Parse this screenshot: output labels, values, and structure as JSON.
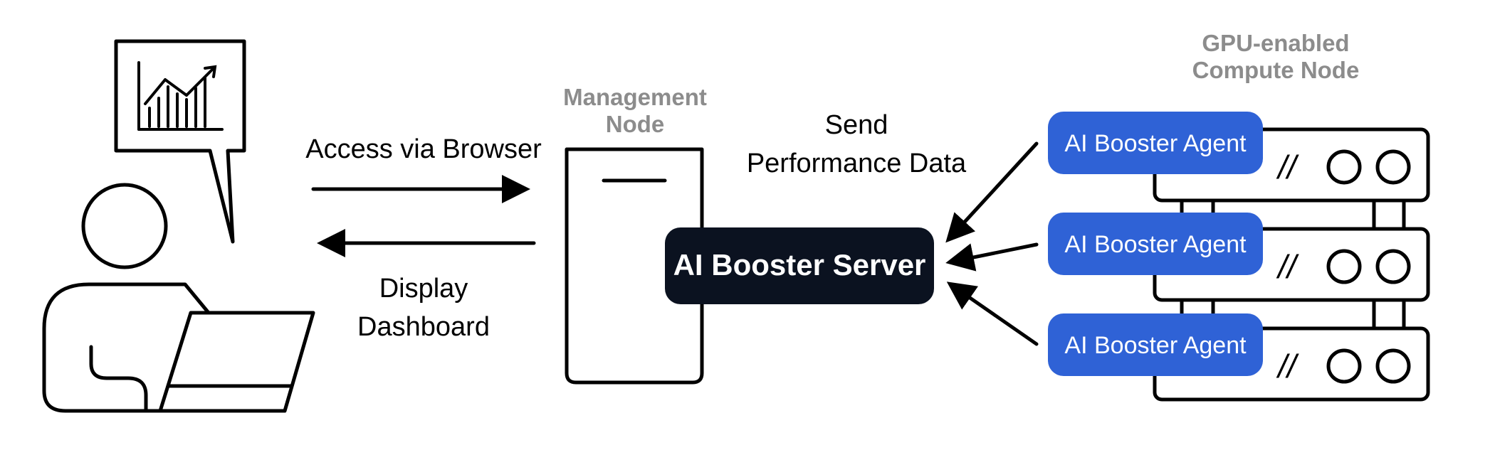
{
  "labels": {
    "access": "Access via Browser",
    "display_line1": "Display",
    "display_line2": "Dashboard",
    "send_line1": "Send",
    "send_line2": "Performance Data",
    "management_line1": "Management",
    "management_line2": "Node",
    "gpu_line1": "GPU-enabled",
    "gpu_line2": "Compute Node"
  },
  "server": {
    "label": "AI Booster Server"
  },
  "agents": [
    {
      "label": "AI Booster Agent"
    },
    {
      "label": "AI Booster Agent"
    },
    {
      "label": "AI Booster Agent"
    }
  ],
  "rack_unit_mark": "//",
  "colors": {
    "agent_fill": "#2f62d6",
    "server_fill": "#0b1220",
    "node_label": "#8c8c8c",
    "line": "#000000"
  }
}
